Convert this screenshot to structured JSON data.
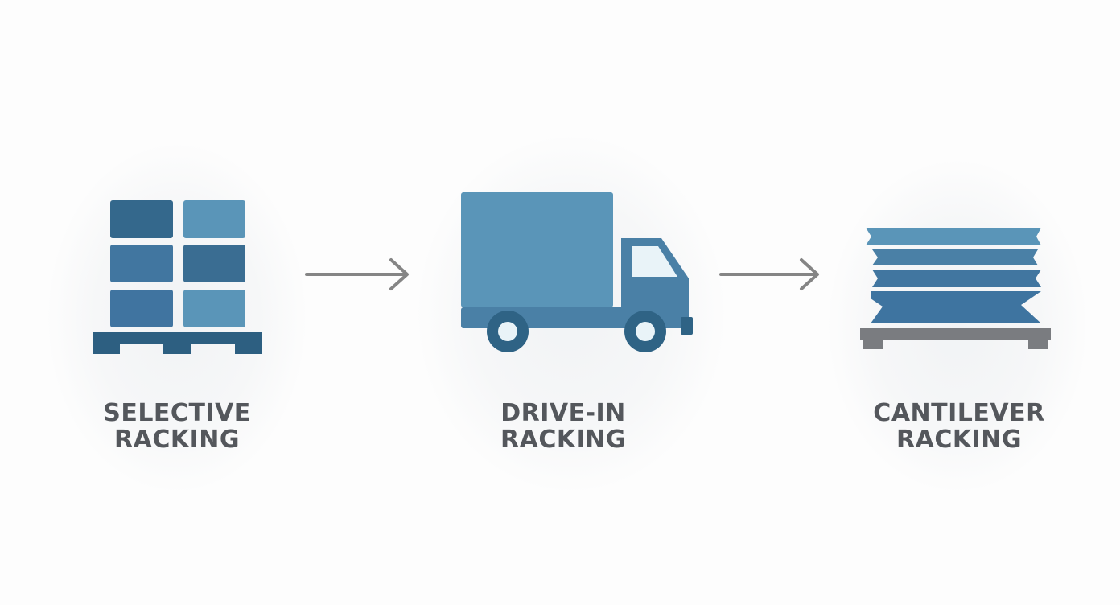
{
  "steps": [
    {
      "line1": "SELECTIVE",
      "line2": "RACKING",
      "icon": "pallet-boxes-icon"
    },
    {
      "line1": "DRIVE-IN",
      "line2": "RACKING",
      "icon": "truck-icon"
    },
    {
      "line1": "CANTILEVER",
      "line2": "RACKING",
      "icon": "stacked-lumber-icon"
    }
  ],
  "connectors": [
    "arrow-right-icon",
    "arrow-right-icon"
  ],
  "colors": {
    "dark_blue": "#2f6385",
    "mid_blue": "#4a80a6",
    "light_blue": "#5a95b8",
    "window": "#e9f3f8",
    "arrow": "#858585",
    "pallet_gray": "#7a7c80",
    "label_text": "#54575c",
    "background": "#fdfdfd"
  }
}
